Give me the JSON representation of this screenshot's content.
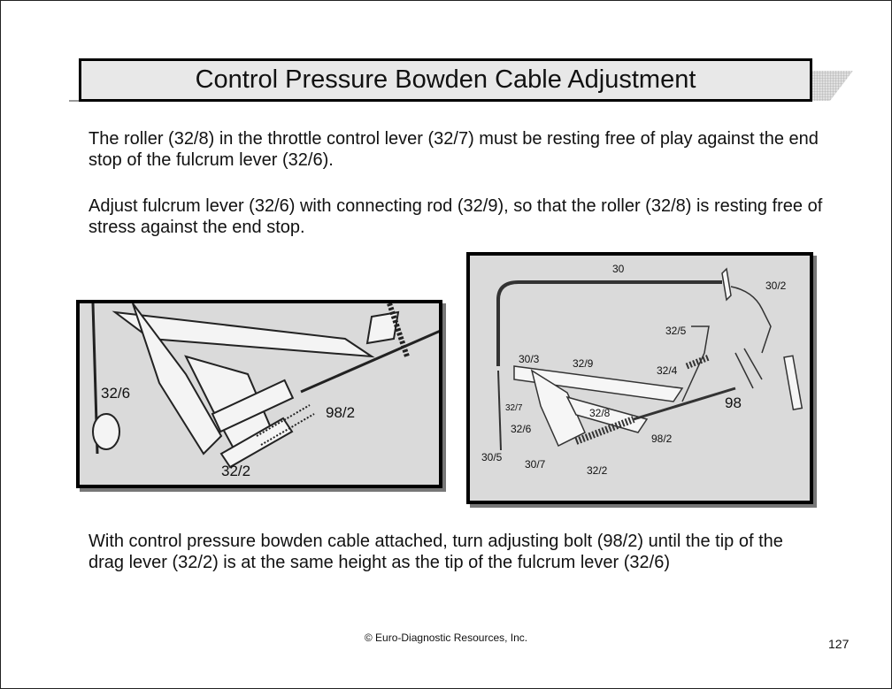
{
  "title": "Control Pressure Bowden Cable Adjustment",
  "paragraphs": [
    "The roller (32/8) in the throttle control lever (32/7) must be resting free of play against the end stop of the fulcrum lever (32/6).",
    "Adjust fulcrum lever (32/6) with connecting rod (32/9), so that the roller (32/8) is resting free of stress against the end stop.",
    "With control pressure bowden cable attached, turn adjusting bolt (98/2) until the tip of the drag lever (32/2) is at the same height as the tip of the fulcrum lever (32/6)"
  ],
  "left_figure": {
    "labels": [
      "32/6",
      "98/2",
      "32/2"
    ]
  },
  "right_figure": {
    "labels": [
      "30",
      "30/2",
      "32/5",
      "30/3",
      "32/9",
      "32/4",
      "98",
      "32/7",
      "32/8",
      "32/6",
      "98/2",
      "30/5",
      "30/7",
      "32/2"
    ]
  },
  "footer": "© Euro-Diagnostic Resources, Inc.",
  "page_number": "127"
}
